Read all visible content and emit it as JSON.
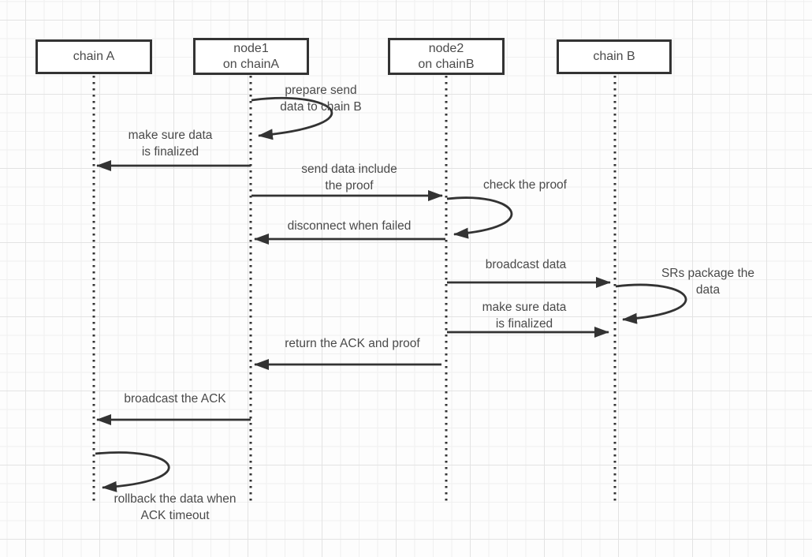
{
  "diagram": {
    "type": "sequence-diagram",
    "colors": {
      "line": "#333333",
      "text": "#4a4a4a",
      "box_fill": "#ffffff",
      "grid_minor": "#f0f0f0",
      "grid_major": "#e3e3e3",
      "background": "#fdfdfd"
    }
  },
  "participants": [
    {
      "id": "chain-a",
      "label": "chain A"
    },
    {
      "id": "node1",
      "label": "node1\non chainA"
    },
    {
      "id": "node2",
      "label": "node2\non chainB"
    },
    {
      "id": "chain-b",
      "label": "chain B"
    }
  ],
  "messages": [
    {
      "label": "prepare send\ndata to chain B",
      "from": "node1",
      "to": "node1",
      "kind": "self-loop"
    },
    {
      "label": "make sure data\nis finalized",
      "from": "node1",
      "to": "chain-a",
      "kind": "arrow"
    },
    {
      "label": "send data include\nthe proof",
      "from": "node1",
      "to": "node2",
      "kind": "arrow"
    },
    {
      "label": "check the proof",
      "from": "node2",
      "to": "node2",
      "kind": "self-loop"
    },
    {
      "label": "disconnect when failed",
      "from": "node2",
      "to": "node1",
      "kind": "arrow"
    },
    {
      "label": "broadcast data",
      "from": "node2",
      "to": "chain-b",
      "kind": "arrow"
    },
    {
      "label": "SRs package the data",
      "from": "chain-b",
      "to": "chain-b",
      "kind": "self-loop"
    },
    {
      "label": "make sure data\nis finalized",
      "from": "node2",
      "to": "chain-b",
      "kind": "arrow"
    },
    {
      "label": "return the ACK and proof",
      "from": "node2",
      "to": "node1",
      "kind": "arrow"
    },
    {
      "label": "broadcast the ACK",
      "from": "node1",
      "to": "chain-a",
      "kind": "arrow"
    },
    {
      "label": "rollback the data when\nACK timeout",
      "from": "chain-a",
      "to": "chain-a",
      "kind": "self-loop"
    }
  ]
}
